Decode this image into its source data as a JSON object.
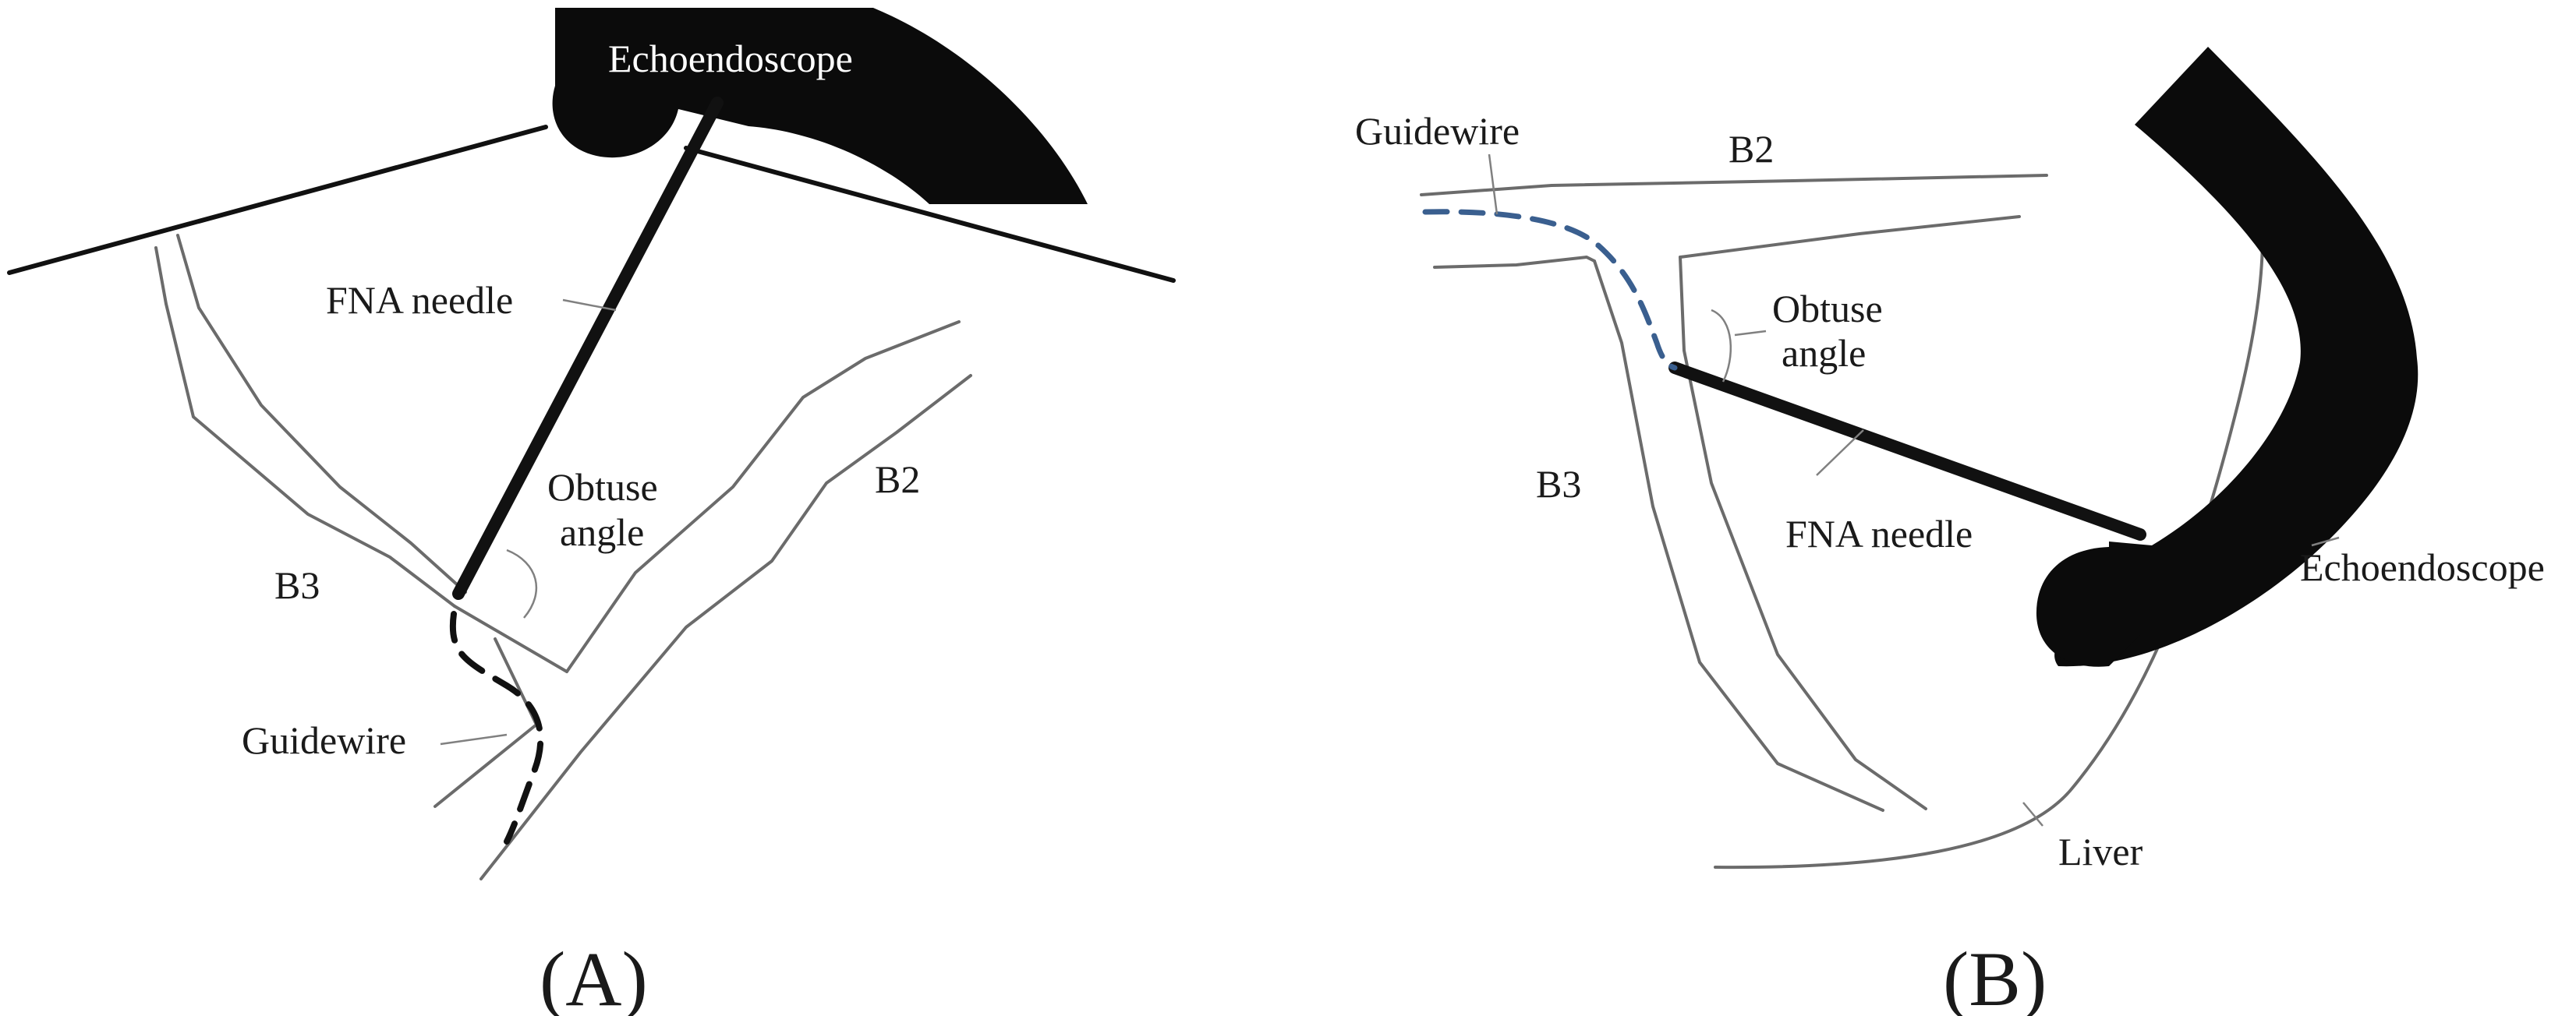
{
  "panel_a": {
    "caption": "(A)",
    "echoendoscope": "Echoendoscope",
    "fna_needle": "FNA needle",
    "obtuse": "Obtuse",
    "angle": "angle",
    "b3": "B3",
    "b2": "B2",
    "guidewire": "Guidewire",
    "guidewire_color": "#111111"
  },
  "panel_b": {
    "caption": "(B)",
    "guidewire": "Guidewire",
    "b2": "B2",
    "obtuse": "Obtuse",
    "angle": "angle",
    "b3": "B3",
    "fna_needle": "FNA needle",
    "echoendoscope": "Echoendoscope",
    "liver": "Liver",
    "guidewire_color": "#3a5f8f"
  }
}
